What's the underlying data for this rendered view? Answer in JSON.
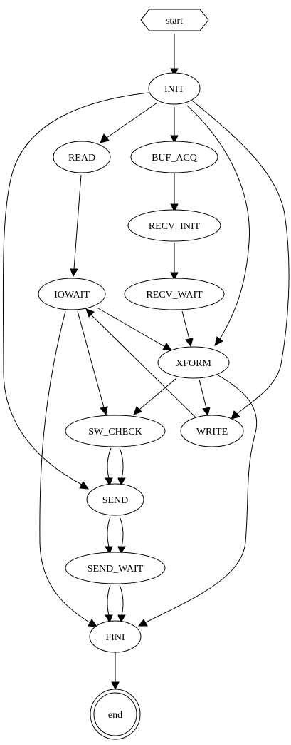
{
  "nodes": {
    "start": "start",
    "init": "INIT",
    "read": "READ",
    "buf_acq": "BUF_ACQ",
    "recv_init": "RECV_INIT",
    "iowait": "IOWAIT",
    "recv_wait": "RECV_WAIT",
    "xform": "XFORM",
    "sw_check": "SW_CHECK",
    "write": "WRITE",
    "send": "SEND",
    "send_wait": "SEND_WAIT",
    "fini": "FINI",
    "end": "end"
  },
  "edges": [
    {
      "from": "start",
      "to": "init"
    },
    {
      "from": "init",
      "to": "read"
    },
    {
      "from": "init",
      "to": "buf_acq"
    },
    {
      "from": "init",
      "to": "send"
    },
    {
      "from": "init",
      "to": "xform"
    },
    {
      "from": "init",
      "to": "write"
    },
    {
      "from": "read",
      "to": "iowait"
    },
    {
      "from": "buf_acq",
      "to": "recv_init"
    },
    {
      "from": "recv_init",
      "to": "recv_wait"
    },
    {
      "from": "recv_wait",
      "to": "xform"
    },
    {
      "from": "iowait",
      "to": "xform"
    },
    {
      "from": "iowait",
      "to": "sw_check"
    },
    {
      "from": "iowait",
      "to": "fini"
    },
    {
      "from": "xform",
      "to": "sw_check"
    },
    {
      "from": "xform",
      "to": "write"
    },
    {
      "from": "xform",
      "to": "fini"
    },
    {
      "from": "write",
      "to": "iowait"
    },
    {
      "from": "sw_check",
      "to": "send"
    },
    {
      "from": "sw_check",
      "to": "send"
    },
    {
      "from": "send",
      "to": "send_wait"
    },
    {
      "from": "send",
      "to": "send_wait"
    },
    {
      "from": "send_wait",
      "to": "fini"
    },
    {
      "from": "send_wait",
      "to": "fini"
    },
    {
      "from": "fini",
      "to": "end"
    }
  ]
}
